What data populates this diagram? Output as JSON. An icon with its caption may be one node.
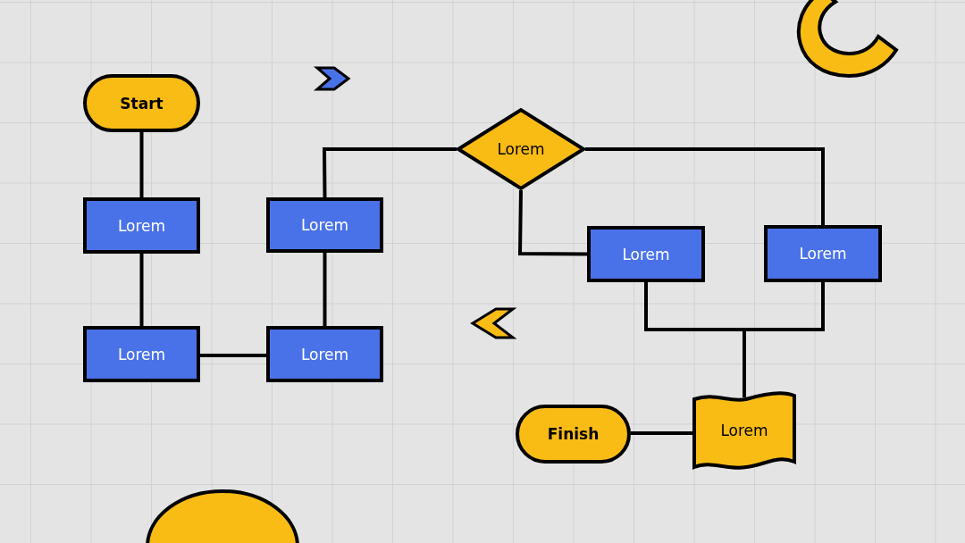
{
  "diagram": {
    "nodes": [
      {
        "text": [
          "Start"
        ]
      },
      {
        "text": [
          "Lorem"
        ]
      },
      {
        "text": [
          "Lorem"
        ]
      },
      {
        "text": [
          "Lorem"
        ]
      },
      {
        "text": [
          "Lorem"
        ]
      },
      {
        "text": [
          "Lorem"
        ]
      },
      {
        "text": [
          "Lorem"
        ]
      },
      {
        "text": [
          "Lorem"
        ]
      },
      {
        "text": [
          "Lorem"
        ]
      },
      {
        "text": [
          "Finish"
        ]
      }
    ],
    "edges": [
      {
        "from": 0,
        "to": 1,
        "arrow": "none"
      },
      {
        "from": 1,
        "to": 2,
        "arrow": "none"
      },
      {
        "from": 2,
        "to": 3,
        "arrow": "none"
      },
      {
        "from": 3,
        "to": 4,
        "arrow": "none"
      },
      {
        "from": 4,
        "to": 5,
        "arrow": "none"
      },
      {
        "from": 5,
        "to": 6,
        "arrow": "none"
      },
      {
        "from": 5,
        "to": 7,
        "arrow": "none"
      },
      {
        "from": 6,
        "to": 8,
        "arrow": "none"
      },
      {
        "from": 7,
        "to": 8,
        "arrow": "none"
      },
      {
        "from": 9,
        "to": 8,
        "arrow": "none"
      }
    ]
  }
}
